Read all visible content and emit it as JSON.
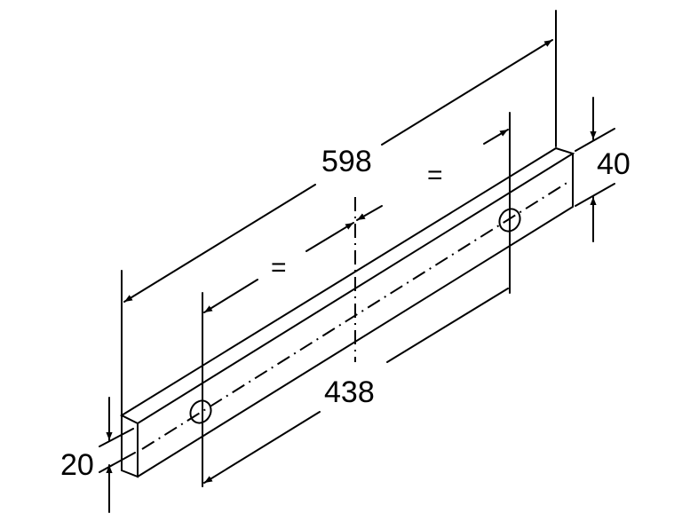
{
  "dimensions": {
    "overall_length": "598",
    "hole_spacing": "438",
    "height": "40",
    "thickness": "20",
    "equal_left": "=",
    "equal_right": "="
  }
}
